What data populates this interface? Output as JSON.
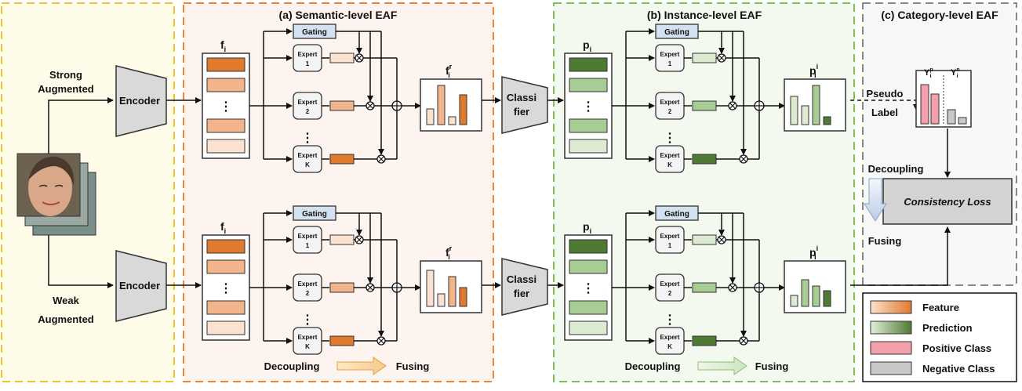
{
  "panels": {
    "semantic_title": "(a) Semantic-level EAF",
    "instance_title": "(b) Instance-level EAF",
    "category_title": "(c) Category-level EAF"
  },
  "inputs": {
    "strong_line1": "Strong",
    "strong_line2": "Augmented",
    "weak_line1": "Weak",
    "weak_line2": "Augmented"
  },
  "blocks": {
    "encoder": "Encoder",
    "classifier_line1": "Classi",
    "classifier_line2": "fier",
    "gating": "Gating",
    "expert": "Expert",
    "expert_1": "1",
    "expert_2": "2",
    "expert_k": "K",
    "dots": "⋮"
  },
  "math": {
    "f_base": "f",
    "f_sub": "i",
    "f_sup": "r",
    "p_base": "p",
    "p_sub": "i",
    "p_sup": "i",
    "y_base": "Y",
    "y_sub": "i",
    "y_pos_sup": "p",
    "y_neg_sup": "n"
  },
  "captions": {
    "decoupling": "Decoupling",
    "fusing": "Fusing",
    "pseudo": "Pseudo",
    "label": "Label",
    "consistency": "Consistency Loss"
  },
  "legend": {
    "feature": "Feature",
    "prediction": "Prediction",
    "positive": "Positive Class",
    "negative": "Negative Class"
  },
  "colors": {
    "feature_dark": "#e07a2f",
    "feature_mid": "#f2b48a",
    "feature_light": "#fbe1d0",
    "pred_dark": "#4e7a33",
    "pred_mid": "#a7cc94",
    "pred_light": "#dcebd2",
    "positive": "#f2a0ab",
    "negative": "#c8c8c8",
    "gating": "#d3e1f0"
  }
}
